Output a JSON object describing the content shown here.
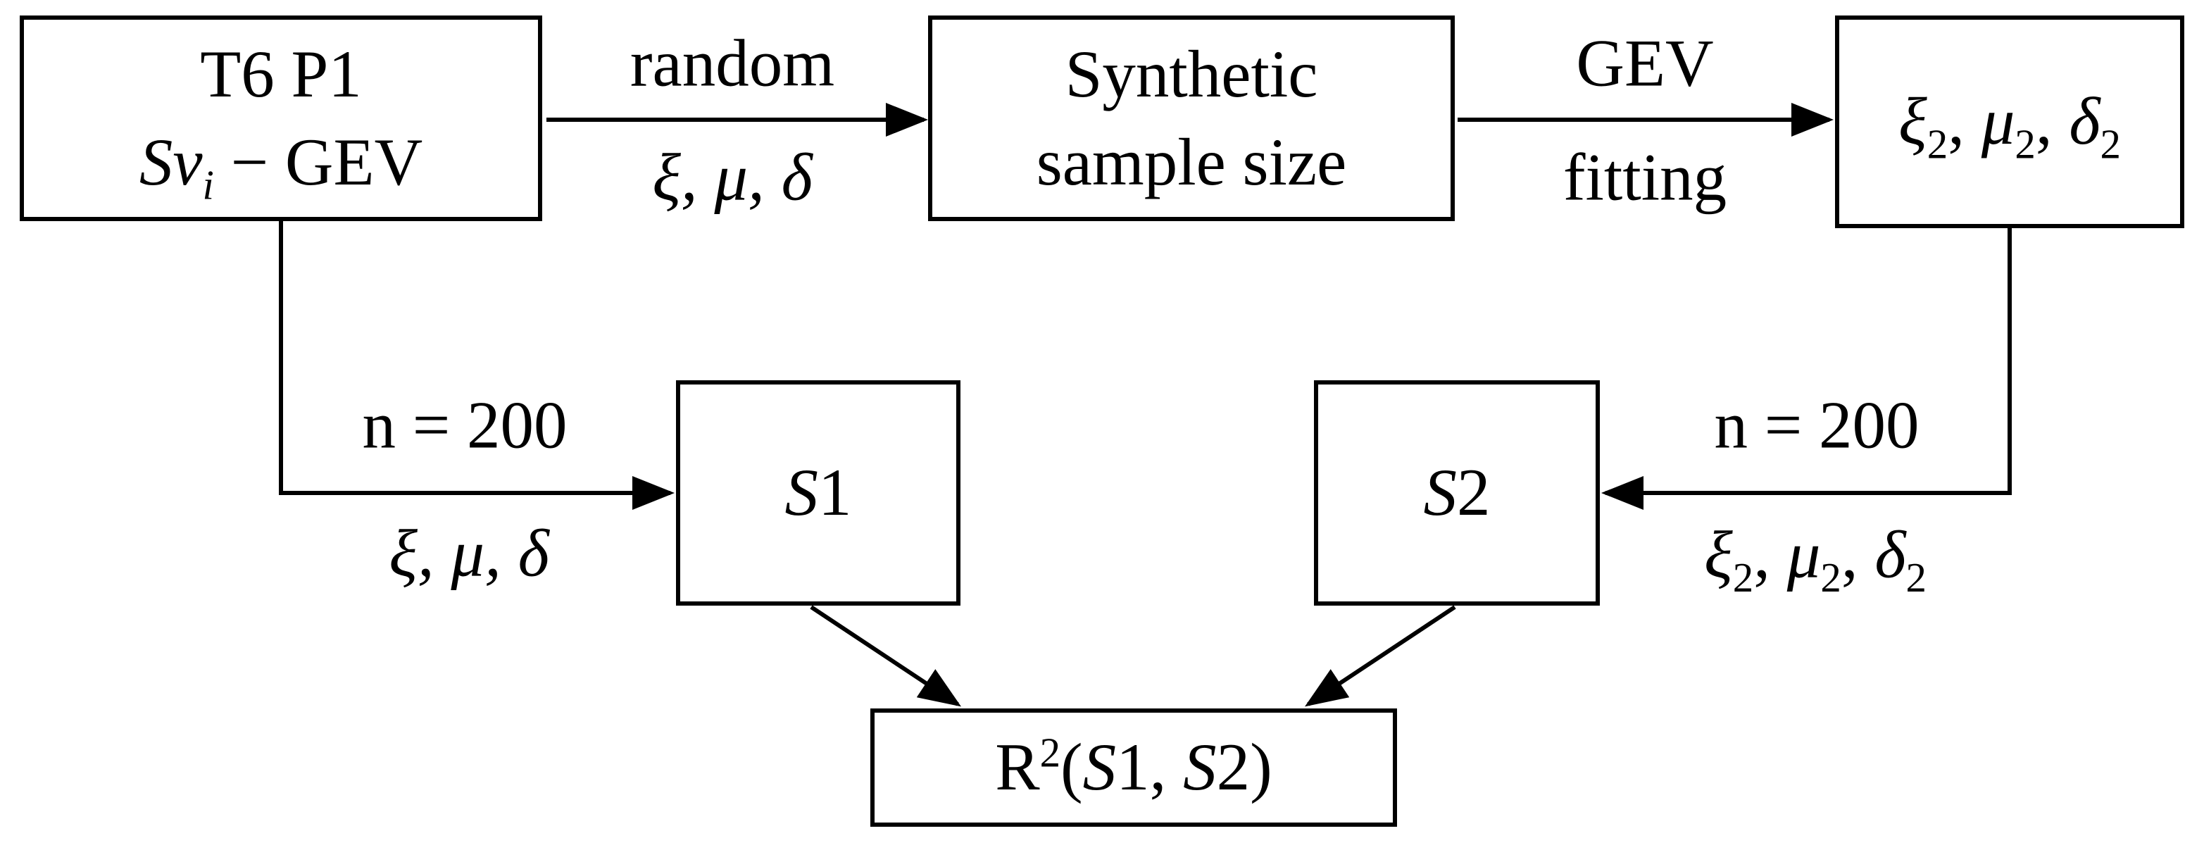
{
  "diagram": {
    "background": "#ffffff",
    "stroke_color": "#000000",
    "nodes": {
      "source": {
        "line1": "T6 P1",
        "line2_parts": [
          {
            "t": "Sv",
            "s": "i"
          },
          {
            "t": "i",
            "s": "subi"
          },
          {
            "t": " − GEV",
            "s": ""
          }
        ]
      },
      "synthetic": {
        "line1": "Synthetic",
        "line2": "sample size"
      },
      "fitted_params_parts": [
        {
          "t": "ξ",
          "s": "i"
        },
        {
          "t": "2",
          "s": "sub"
        },
        {
          "t": ", ",
          "s": ""
        },
        {
          "t": "μ",
          "s": "i"
        },
        {
          "t": "2",
          "s": "sub"
        },
        {
          "t": ", ",
          "s": ""
        },
        {
          "t": "δ",
          "s": "i"
        },
        {
          "t": "2",
          "s": "sub"
        }
      ],
      "s1_parts": [
        {
          "t": "S",
          "s": "i"
        },
        {
          "t": "1",
          "s": ""
        }
      ],
      "s2_parts": [
        {
          "t": "S",
          "s": "i"
        },
        {
          "t": "2",
          "s": ""
        }
      ],
      "r2_parts": [
        {
          "t": "R",
          "s": ""
        },
        {
          "t": "2",
          "s": "sup"
        },
        {
          "t": "(",
          "s": ""
        },
        {
          "t": "S",
          "s": "i"
        },
        {
          "t": "1, ",
          "s": ""
        },
        {
          "t": "S",
          "s": "i"
        },
        {
          "t": "2)",
          "s": ""
        }
      ]
    },
    "edges": {
      "random": "random",
      "greek_top": "ξ, μ, δ",
      "gev": "GEV",
      "fitting": "fitting",
      "n200_left": "n = 200",
      "greek_left": "ξ, μ, δ",
      "n200_right": "n = 200",
      "greek2_right_parts": [
        {
          "t": "ξ",
          "s": "i"
        },
        {
          "t": "2",
          "s": "sub"
        },
        {
          "t": ", ",
          "s": ""
        },
        {
          "t": "μ",
          "s": "i"
        },
        {
          "t": "2",
          "s": "sub"
        },
        {
          "t": ", ",
          "s": ""
        },
        {
          "t": "δ",
          "s": "i"
        },
        {
          "t": "2",
          "s": "sub"
        }
      ]
    }
  }
}
